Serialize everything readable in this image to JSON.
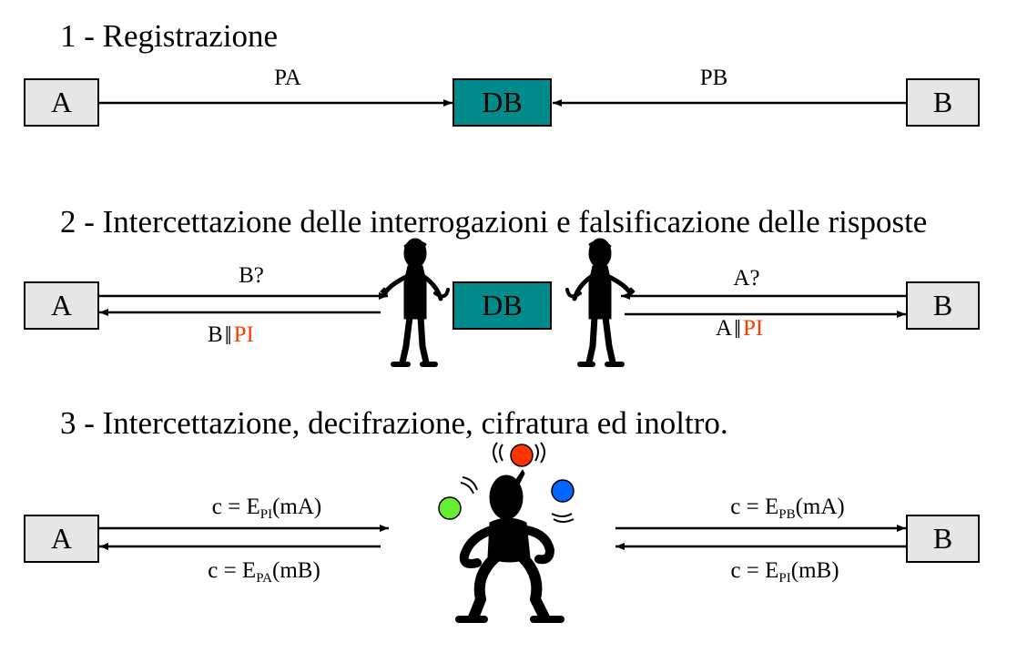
{
  "sections": [
    {
      "title": "1 - Registrazione",
      "node_a": "A",
      "node_db": "DB",
      "node_b": "B",
      "label_left_top": "PA",
      "label_right_top": "PB"
    },
    {
      "title": "2 - Intercettazione delle interrogazioni e falsificazione delle risposte",
      "node_a": "A",
      "node_db": "DB",
      "node_b": "B",
      "query_left": "B?",
      "reply_left_prefix": "B",
      "reply_left_key": "PI",
      "query_right": "A?",
      "reply_right_prefix": "A",
      "reply_right_key": "PI"
    },
    {
      "title": "3 - Intercettazione, decifrazione, cifratura ed inoltro.",
      "node_a": "A",
      "node_b": "B",
      "left_top": {
        "prefix": "c = E",
        "sub": "PI",
        "suffix": "(mA)"
      },
      "left_bottom": {
        "prefix": "c = E",
        "sub": "PA",
        "suffix": "(mB)"
      },
      "right_top": {
        "prefix": "c = E",
        "sub": "PB",
        "suffix": "(mA)"
      },
      "right_bottom": {
        "prefix": "c = E",
        "sub": "PI",
        "suffix": "(mB)"
      }
    }
  ],
  "colors": {
    "db_fill": "#008a8a",
    "node_fill": "#e6e6e6",
    "highlight": "#ff3c00",
    "ball_red": "#ff3300",
    "ball_blue": "#0066ff",
    "ball_green": "#66ee33"
  }
}
